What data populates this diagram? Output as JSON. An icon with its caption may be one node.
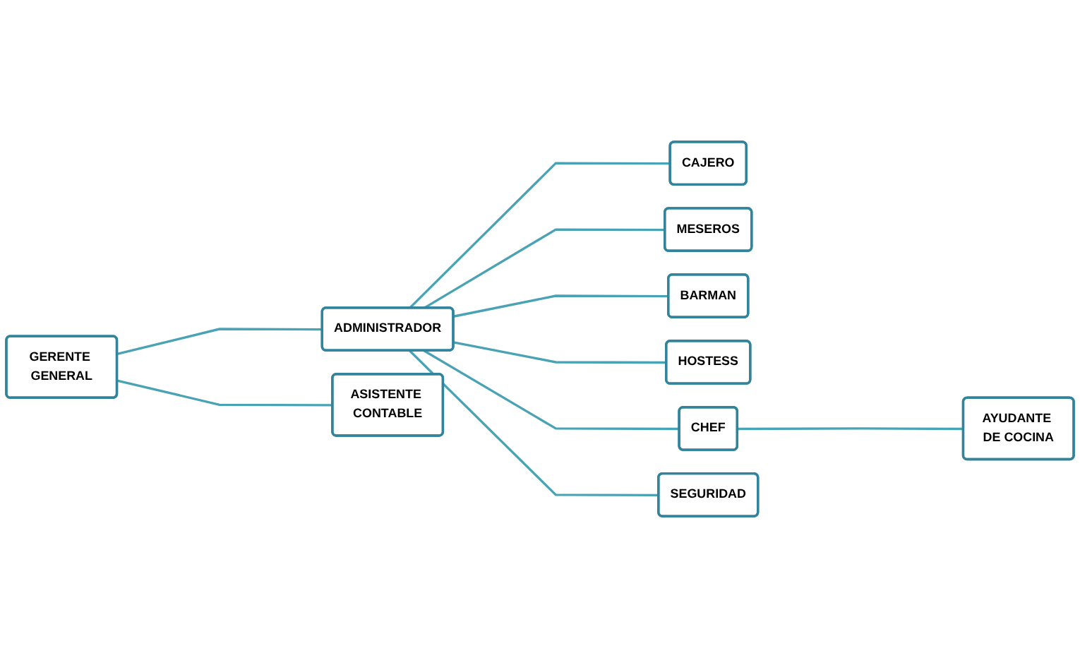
{
  "diagram": {
    "nodes": [
      {
        "text": [
          "GERENTE GENERAL"
        ]
      },
      {
        "text": [
          "ADMINISTRADOR"
        ]
      },
      {
        "text": [
          "ASISTENTE CONTABLE"
        ]
      },
      {
        "text": [
          "CAJERO"
        ]
      },
      {
        "text": [
          "MESEROS"
        ]
      },
      {
        "text": [
          "BARMAN"
        ]
      },
      {
        "text": [
          "HOSTESS"
        ]
      },
      {
        "text": [
          "CHEF"
        ]
      },
      {
        "text": [
          "SEGURIDAD"
        ]
      },
      {
        "text": [
          "AYUDANTE DE COCINA"
        ]
      }
    ],
    "edges": [
      {
        "from": 0,
        "to": 1,
        "arrow": "none"
      },
      {
        "from": 0,
        "to": 2,
        "arrow": "none"
      },
      {
        "from": 1,
        "to": 3,
        "arrow": "none"
      },
      {
        "from": 1,
        "to": 4,
        "arrow": "none"
      },
      {
        "from": 1,
        "to": 5,
        "arrow": "none"
      },
      {
        "from": 1,
        "to": 6,
        "arrow": "none"
      },
      {
        "from": 1,
        "to": 7,
        "arrow": "none"
      },
      {
        "from": 1,
        "to": 8,
        "arrow": "none"
      },
      {
        "from": 7,
        "to": 9,
        "arrow": "none"
      }
    ]
  }
}
